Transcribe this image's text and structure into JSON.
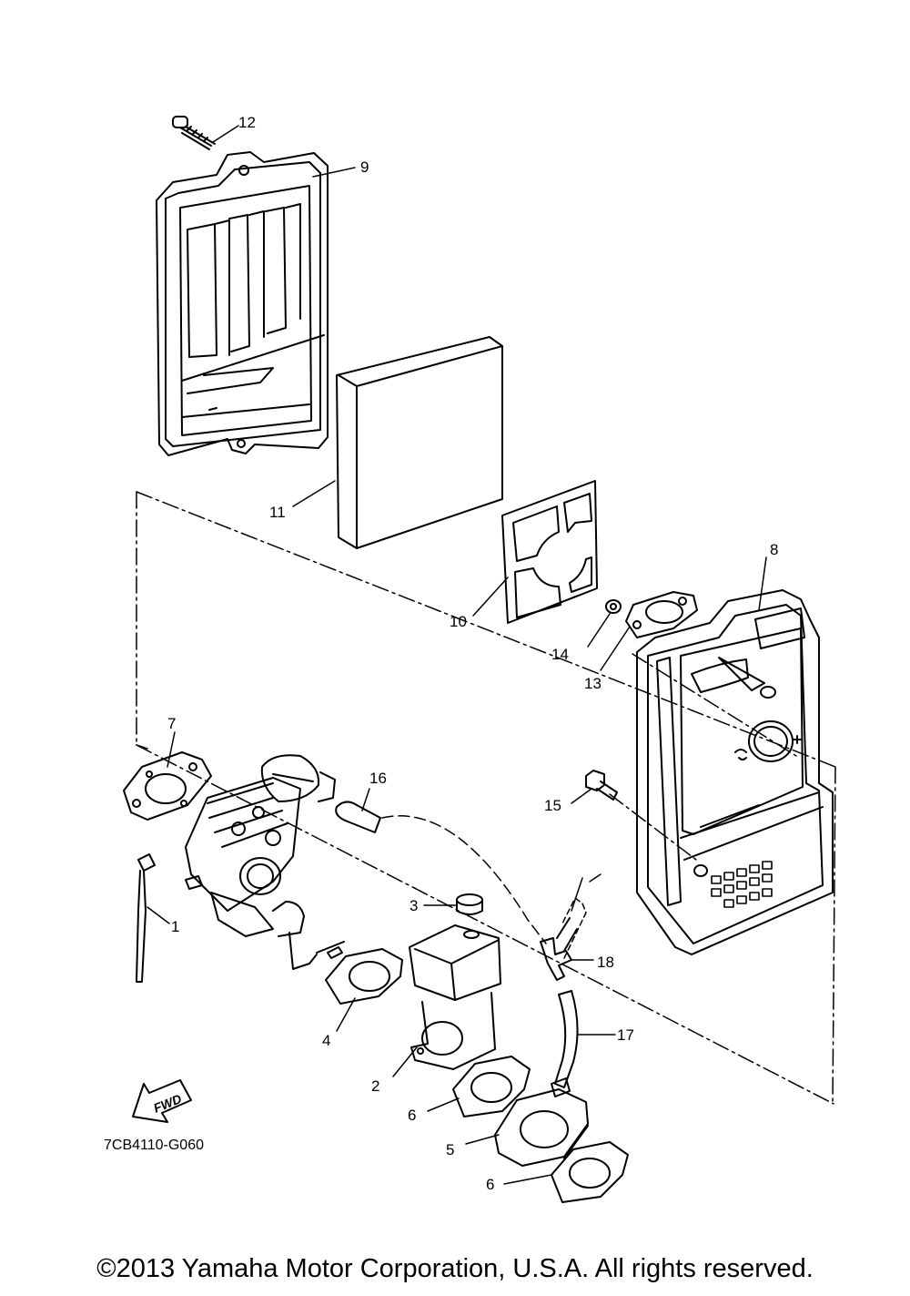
{
  "diagram": {
    "part_numbers": {
      "p1": "1",
      "p2": "2",
      "p3": "3",
      "p4": "4",
      "p5": "5",
      "p6a": "6",
      "p6b": "6",
      "p7": "7",
      "p8": "8",
      "p9": "9",
      "p10": "10",
      "p11": "11",
      "p12": "12",
      "p13": "13",
      "p14": "14",
      "p15": "15",
      "p16": "16",
      "p17": "17",
      "p18": "18"
    },
    "diagram_code": "7CB4110-G060",
    "fwd_arrow": {
      "text": "FWD",
      "icon": "fwd-arrow-icon"
    }
  },
  "footer": {
    "copyright": "©2013 Yamaha Motor Corporation, U.S.A. All rights reserved."
  }
}
